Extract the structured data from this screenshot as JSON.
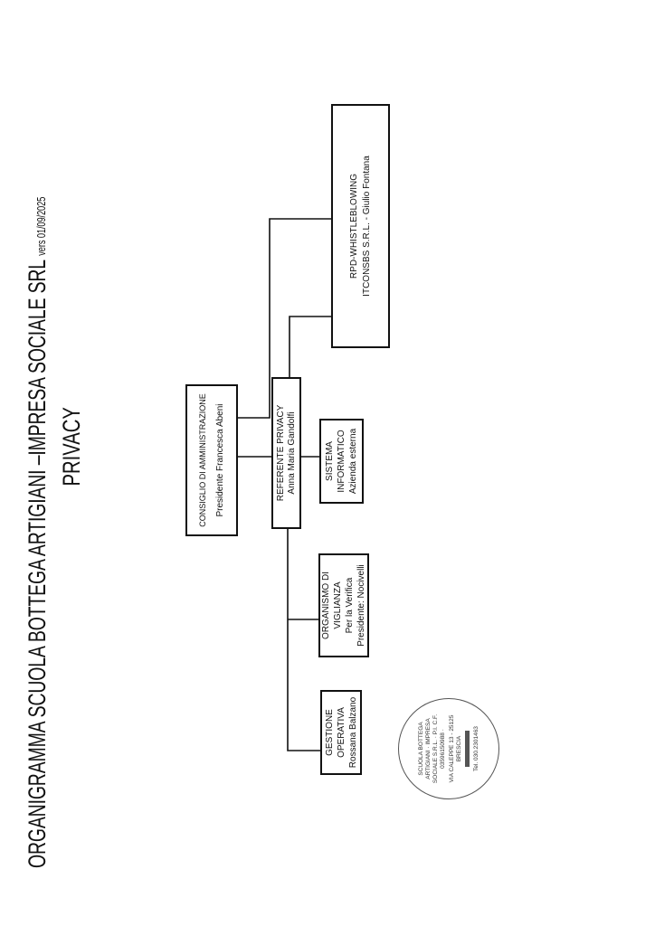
{
  "title": {
    "main": "ORGANIGRAMMA SCUOLA BOTTEGA ARTIGIANI –IMPRESA SOCIALE SRL",
    "version": "vers 01/09/2025",
    "subtitle": "PRIVACY"
  },
  "boxes": {
    "consiglio": {
      "line1": "CONSIGLIO DI AMMINISTRAZIONE",
      "line2": "Presidente Francesca Abeni"
    },
    "referente": {
      "line1": "REFERENTE PRIVACY",
      "line2": "Anna Maria Gandolfi"
    },
    "sistema": {
      "line1": "SISTEMA",
      "line2": "INFORMATICO",
      "line3": "Azienda esterna"
    },
    "rpd": {
      "line1": "RPD-WHISTLEBLOWING",
      "line2": "ITCONSBS S.R.L.  - Giulio Fontana"
    },
    "organismo": {
      "line1": "ORGANISMO DI",
      "line2": "VIGLIANZA",
      "line3": "Per la Verifica",
      "line4": "Presidente: Nocivelli"
    },
    "gestione": {
      "line1": "GESTIONE",
      "line2": "OPERATIVA",
      "line3": "Rossana Balzano"
    }
  },
  "stamp": {
    "outer": "SCUOLA BOTTEGA ARTIGIANI · IMPRESA SOCIALE S.R.L. · P.I. C.F. 03596150988 ·",
    "inner1": "VIA CALEPPE 13 - 25125 BRESCIA",
    "inner2": "Tel. 030.2301463"
  }
}
